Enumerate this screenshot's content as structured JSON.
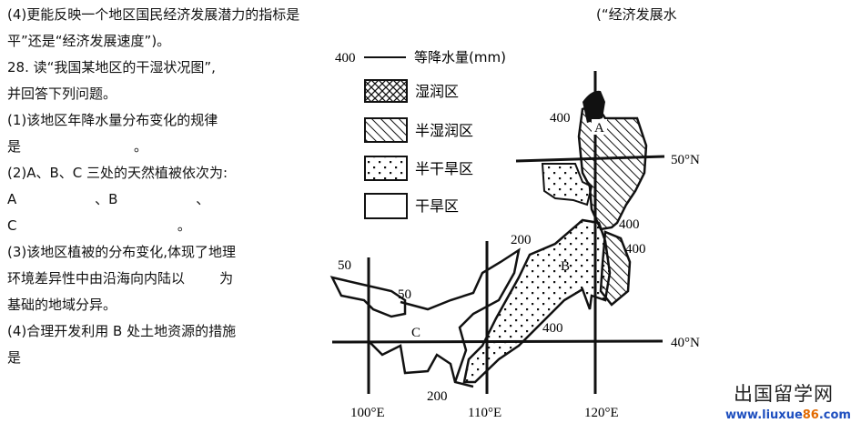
{
  "text": {
    "l1": "(4)更能反映一个地区国民经济发展潜力的指标是",
    "l1b": "(“经济发展水",
    "l2": "平”还是“经济发展速度”)。",
    "l3": "28. 读“我国某地区的干湿状况图”,",
    "l4": "并回答下列问题。",
    "l5": "(1)该地区年降水量分布变化的规律",
    "l6": "是                          。",
    "l7": "(2)A、B、C 三处的天然植被依次为:",
    "l8": "A                  、B                  、",
    "l9": "C                                     。",
    "l10": "(3)该地区植被的分布变化,体现了地理",
    "l11": "环境差异性中由沿海向内陆以        为",
    "l12": "基础的地域分异。",
    "l13": "(4)合理开发利用 B 处土地资源的措施",
    "l14": "是"
  },
  "map": {
    "legend_value": "400",
    "legend_title": "等降水量(mm)",
    "legend": [
      "湿润区",
      "半湿润区",
      "半干旱区",
      "干旱区"
    ],
    "labels": {
      "a": "A",
      "b": "B",
      "c": "C"
    },
    "isolines": [
      "400",
      "400",
      "400",
      "400",
      "200",
      "200",
      "50",
      "50"
    ],
    "lat": [
      "50°N",
      "40°N"
    ],
    "lon": [
      "100°E",
      "110°E",
      "120°E"
    ]
  },
  "watermark": {
    "name": "出国留学网",
    "url_a": "www.liuxue",
    "url_b": "86",
    ".com": ".com"
  }
}
